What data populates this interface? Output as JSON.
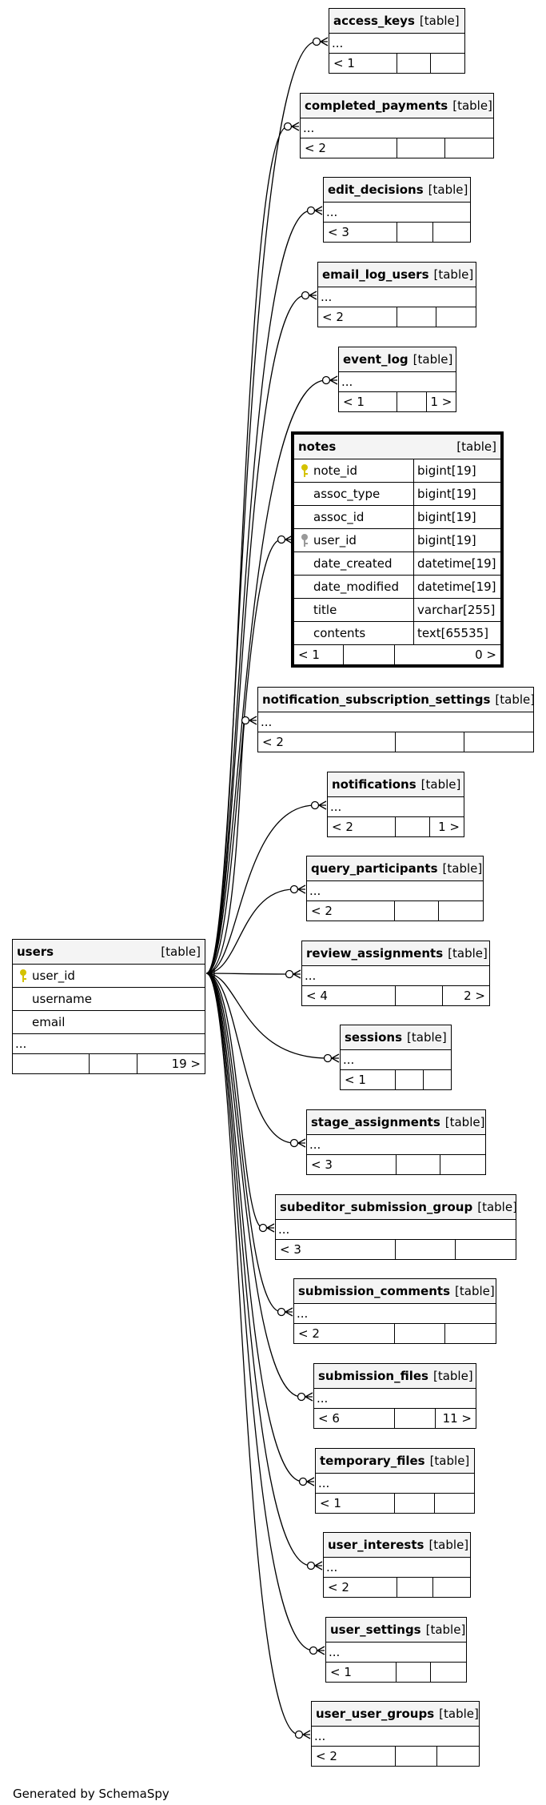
{
  "focus_table": {
    "name": "notes",
    "type_label": "[table]",
    "columns": [
      {
        "name": "note_id",
        "type": "bigint[19]",
        "key": "primary"
      },
      {
        "name": "assoc_type",
        "type": "bigint[19]",
        "key": ""
      },
      {
        "name": "assoc_id",
        "type": "bigint[19]",
        "key": ""
      },
      {
        "name": "user_id",
        "type": "bigint[19]",
        "key": "foreign"
      },
      {
        "name": "date_created",
        "type": "datetime[19]",
        "key": ""
      },
      {
        "name": "date_modified",
        "type": "datetime[19]",
        "key": ""
      },
      {
        "name": "title",
        "type": "varchar[255]",
        "key": ""
      },
      {
        "name": "contents",
        "type": "text[65535]",
        "key": ""
      }
    ],
    "parents": "< 1",
    "children": "0 >"
  },
  "users_table": {
    "name": "users",
    "type_label": "[table]",
    "columns": [
      {
        "name": "user_id",
        "key": "primary"
      },
      {
        "name": "username",
        "key": ""
      },
      {
        "name": "email",
        "key": ""
      }
    ],
    "ellipsis": "...",
    "parents": "",
    "children": "19 >"
  },
  "child_tables": [
    {
      "name": "access_keys",
      "type_label": "[table]",
      "ellipsis": "...",
      "parents": "< 1",
      "children": ""
    },
    {
      "name": "completed_payments",
      "type_label": "[table]",
      "ellipsis": "...",
      "parents": "< 2",
      "children": ""
    },
    {
      "name": "edit_decisions",
      "type_label": "[table]",
      "ellipsis": "...",
      "parents": "< 3",
      "children": ""
    },
    {
      "name": "email_log_users",
      "type_label": "[table]",
      "ellipsis": "...",
      "parents": "< 2",
      "children": ""
    },
    {
      "name": "event_log",
      "type_label": "[table]",
      "ellipsis": "...",
      "parents": "< 1",
      "children": "1 >"
    },
    {
      "name": "notification_subscription_settings",
      "type_label": "[table]",
      "ellipsis": "...",
      "parents": "< 2",
      "children": ""
    },
    {
      "name": "notifications",
      "type_label": "[table]",
      "ellipsis": "...",
      "parents": "< 2",
      "children": "1 >"
    },
    {
      "name": "query_participants",
      "type_label": "[table]",
      "ellipsis": "...",
      "parents": "< 2",
      "children": ""
    },
    {
      "name": "review_assignments",
      "type_label": "[table]",
      "ellipsis": "...",
      "parents": "< 4",
      "children": "2 >"
    },
    {
      "name": "sessions",
      "type_label": "[table]",
      "ellipsis": "...",
      "parents": "< 1",
      "children": ""
    },
    {
      "name": "stage_assignments",
      "type_label": "[table]",
      "ellipsis": "...",
      "parents": "< 3",
      "children": ""
    },
    {
      "name": "subeditor_submission_group",
      "type_label": "[table]",
      "ellipsis": "...",
      "parents": "< 3",
      "children": ""
    },
    {
      "name": "submission_comments",
      "type_label": "[table]",
      "ellipsis": "...",
      "parents": "< 2",
      "children": ""
    },
    {
      "name": "submission_files",
      "type_label": "[table]",
      "ellipsis": "...",
      "parents": "< 6",
      "children": "11 >"
    },
    {
      "name": "temporary_files",
      "type_label": "[table]",
      "ellipsis": "...",
      "parents": "< 1",
      "children": ""
    },
    {
      "name": "user_interests",
      "type_label": "[table]",
      "ellipsis": "...",
      "parents": "< 2",
      "children": ""
    },
    {
      "name": "user_settings",
      "type_label": "[table]",
      "ellipsis": "...",
      "parents": "< 1",
      "children": ""
    },
    {
      "name": "user_user_groups",
      "type_label": "[table]",
      "ellipsis": "...",
      "parents": "< 2",
      "children": ""
    }
  ],
  "colors": {
    "primary_key": "#d4c200",
    "foreign_key": "#999999",
    "header_bg": "#f4f4f4"
  },
  "footer": "Generated by SchemaSpy"
}
